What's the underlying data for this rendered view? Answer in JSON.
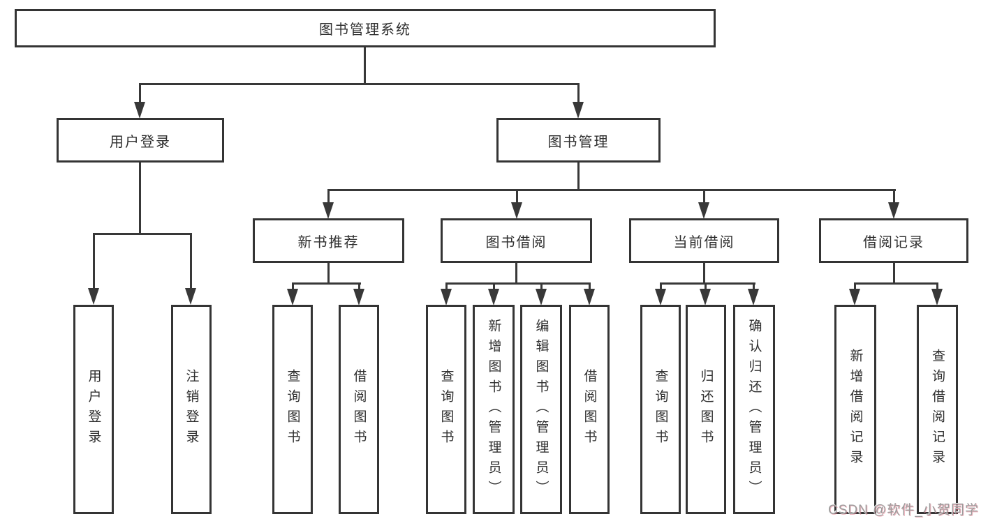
{
  "diagram": {
    "title": "图书管理系统",
    "type": "hierarchy-tree",
    "colors": {
      "background": "#ffffff",
      "line": "#383838",
      "box_border": "#343434",
      "box_fill": "#ffffff",
      "text": "#2f2f2f",
      "watermark_text": "#9c9c9c"
    }
  },
  "tree": {
    "label": "图书管理系统",
    "children": [
      {
        "label": "用户登录",
        "children": [
          {
            "label": "用户登录"
          },
          {
            "label": "注销登录"
          }
        ]
      },
      {
        "label": "图书管理",
        "children": [
          {
            "label": "新书推荐",
            "children": [
              {
                "label": "查询图书"
              },
              {
                "label": "借阅图书"
              }
            ]
          },
          {
            "label": "图书借阅",
            "children": [
              {
                "label": "查询图书"
              },
              {
                "label": "新增图书（管理员）"
              },
              {
                "label": "编辑图书（管理员）"
              },
              {
                "label": "借阅图书"
              }
            ]
          },
          {
            "label": "当前借阅",
            "children": [
              {
                "label": "查询图书"
              },
              {
                "label": "归还图书"
              },
              {
                "label": "确认归还（管理员）"
              }
            ]
          },
          {
            "label": "借阅记录",
            "children": [
              {
                "label": "新增借阅记录"
              },
              {
                "label": "查询借阅记录"
              }
            ]
          }
        ]
      }
    ]
  },
  "watermark": {
    "text": "CSDN @软件_小贺同学"
  }
}
